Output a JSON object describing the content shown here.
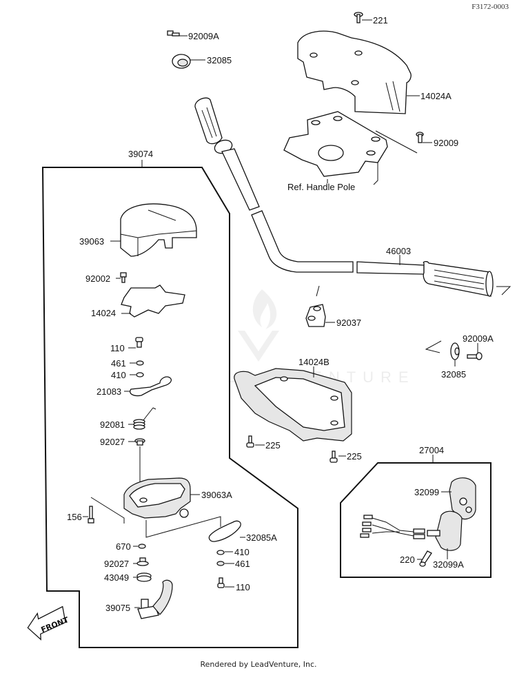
{
  "document_code": "F3172-0003",
  "footer": "Rendered by LeadVenture, Inc.",
  "watermark": "LEADVENTURE",
  "front_arrow_label": "FRONT",
  "reference_note": "Ref. Handle Pole",
  "assemblies": {
    "throttle_case": "39074",
    "switch_assy": "27004"
  },
  "parts": {
    "p221": "221",
    "p92009A_top": "92009A",
    "p32085_top": "32085",
    "p14024A": "14024A",
    "p92009": "92009",
    "p46003": "46003",
    "p92037": "92037",
    "p92009A_right": "92009A",
    "p32085_right": "32085",
    "p14024B": "14024B",
    "p225_a": "225",
    "p225_b": "225",
    "p39063": "39063",
    "p92002": "92002",
    "p14024": "14024",
    "p110_a": "110",
    "p461_a": "461",
    "p410_a": "410",
    "p21083": "21083",
    "p92081": "92081",
    "p92027_a": "92027",
    "p39063A": "39063A",
    "p156": "156",
    "p670": "670",
    "p92027_b": "92027",
    "p43049": "43049",
    "p39075": "39075",
    "p32085A": "32085A",
    "p410_b": "410",
    "p461_b": "461",
    "p110_b": "110",
    "p32099": "32099",
    "p32099A": "32099A",
    "p220": "220"
  }
}
